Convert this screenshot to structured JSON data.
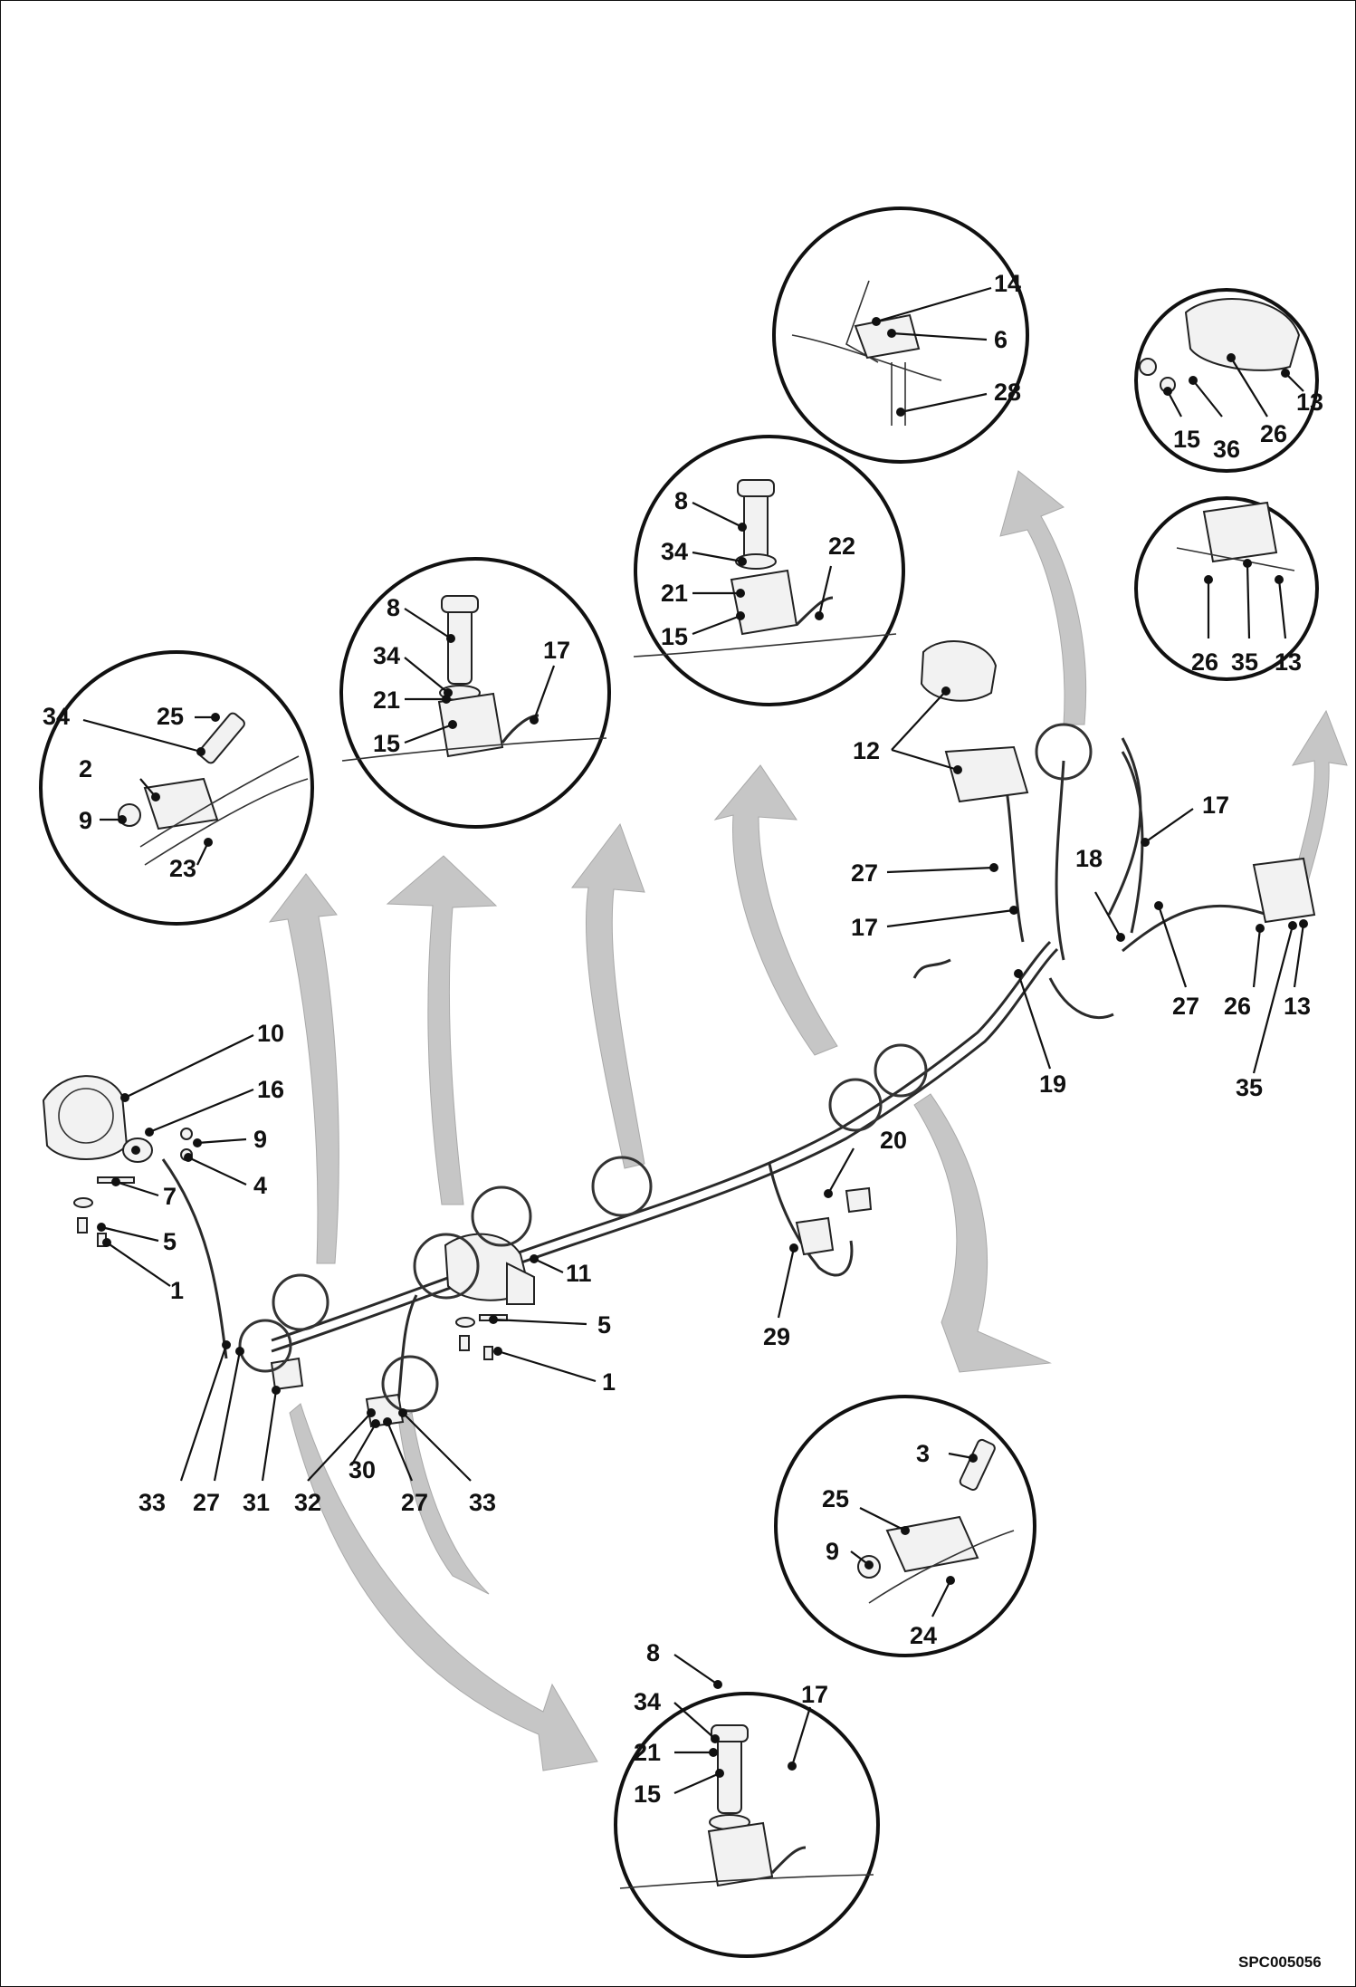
{
  "diagram_code": "SPC005056",
  "labels": {
    "l1": "14",
    "l2": "6",
    "l3": "28",
    "l4": "13",
    "l5": "15",
    "l6": "36",
    "l7": "26",
    "l8": "8",
    "l9": "34",
    "l10": "22",
    "l11": "21",
    "l12": "15",
    "l13": "26",
    "l14": "35",
    "l15": "13",
    "l16": "8",
    "l17": "34",
    "l18": "17",
    "l19": "21",
    "l20": "15",
    "l21": "34",
    "l22": "25",
    "l23": "2",
    "l24": "9",
    "l25": "23",
    "l26": "12",
    "l27": "17",
    "l28": "27",
    "l29": "18",
    "l30": "17",
    "l31": "27",
    "l32": "26",
    "l33": "13",
    "l34": "19",
    "l35": "35",
    "l36": "10",
    "l37": "16",
    "l38": "9",
    "l39": "4",
    "l40": "7",
    "l41": "5",
    "l42": "1",
    "l43": "20",
    "l44": "11",
    "l45": "5",
    "l46": "1",
    "l47": "29",
    "l48": "33",
    "l49": "27",
    "l50": "31",
    "l51": "32",
    "l52": "30",
    "l53": "27",
    "l54": "33",
    "l55": "3",
    "l56": "25",
    "l57": "9",
    "l58": "24",
    "l59": "8",
    "l60": "34",
    "l61": "17",
    "l62": "21",
    "l63": "15"
  },
  "icons": {
    "detail_circle": "magnified-detail-icon",
    "callout_arrow": "curved-callout-arrow-icon",
    "hose": "hydraulic-hose-icon"
  },
  "colors": {
    "line": "#111111",
    "arrow_fill": "#c6c6c6",
    "background": "#ffffff"
  }
}
